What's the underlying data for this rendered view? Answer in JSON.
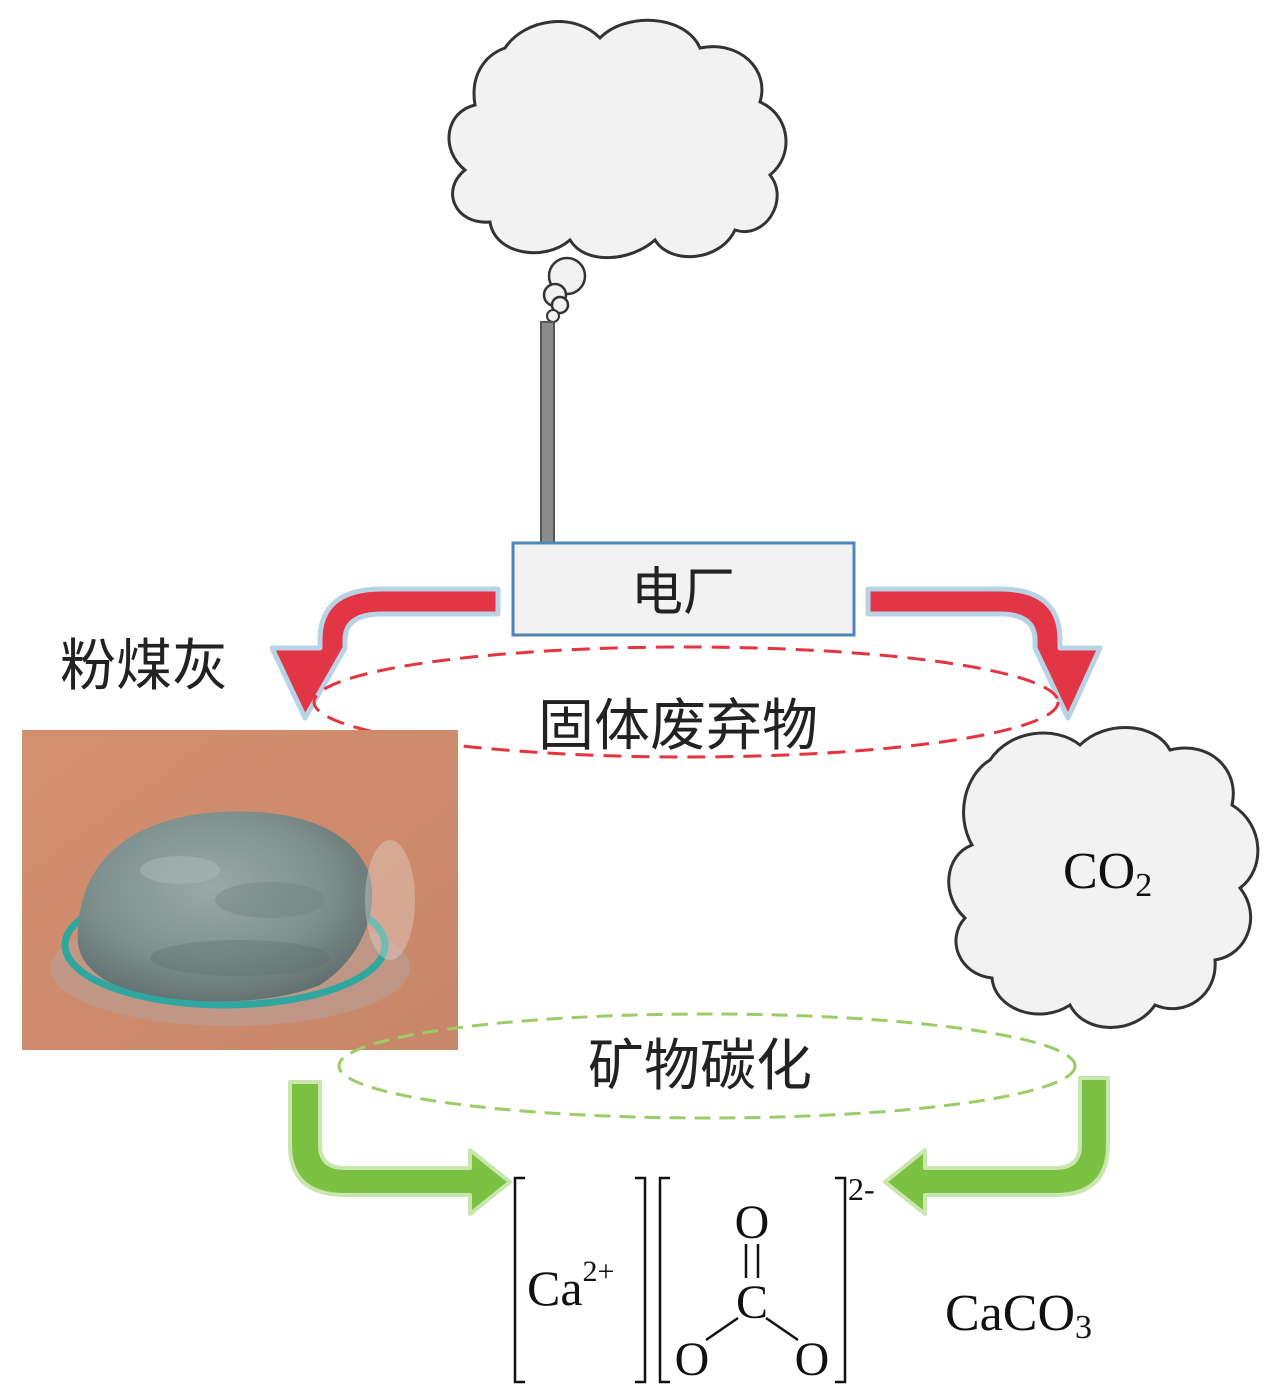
{
  "labels": {
    "power_plant": "电厂",
    "fly_ash": "粉煤灰",
    "solid_waste": "固体废弃物",
    "co2_main": "CO",
    "co2_sub": "2",
    "mineral_carbonation": "矿物碳化",
    "calcium_ion_main": "Ca",
    "calcium_ion_charge": "2+",
    "carbonate_charge": "2-",
    "atom_c": "C",
    "atom_o": "O",
    "caco3_main": "CaCO",
    "caco3_sub": "3"
  },
  "colors": {
    "red_arrow": "#e23545",
    "red_arrow_edge": "#b9d3e6",
    "green_arrow": "#7cc242",
    "green_arrow_edge": "#c8e6ad",
    "red_ellipse": "#e3343f",
    "green_ellipse": "#9ccc65",
    "cloud_fill": "#f2f2f2",
    "cloud_stroke": "#333333",
    "box_fill": "#f2f2f2",
    "box_stroke": "#4f86b5",
    "photo_bg": "#d19070",
    "ash": "#8a9a9a",
    "dish_rim": "#2fa7a0"
  }
}
